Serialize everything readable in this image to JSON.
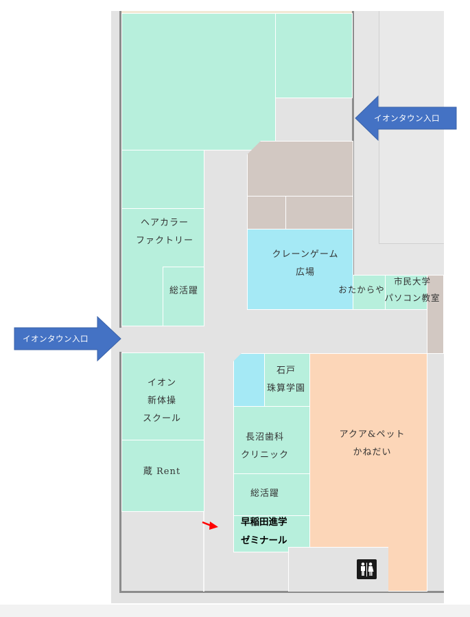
{
  "entrances": {
    "east": "イオンタウン入口",
    "west": "イオンタウン入口"
  },
  "shops": {
    "hair_color": "ヘアカラー\nファクトリー",
    "sokatsuyaku_1": "総活躍",
    "crane_game": "クレーンゲーム\n広場",
    "otakaraya": "おたからや",
    "shimin_daigaku": "市民大学\nパソコン教室",
    "aeon_gym": "イオン\n新体操\nスクール",
    "kura_rent": "蔵 Rent",
    "ishido": "石戸\n珠算学園",
    "naganuma": "長沼歯科\nクリニック",
    "sokatsuyaku_2": "総活躍",
    "aqua_pet": "アクア&ペット\nかねだい",
    "waseda": "早稲田進学\nゼミナール"
  },
  "icons": {
    "highlight_arrow": "red-arrow-icon",
    "restroom": "restroom-icon"
  },
  "colors": {
    "shop": "#b7efdc",
    "blue_shop": "#a5e9f5",
    "orange_shop": "#fcd6b8",
    "brown_shop": "#d2c8c2",
    "corridor": "#e3e3e3",
    "entrance_arrow": "#4472c4",
    "highlight": "#ff0000"
  }
}
